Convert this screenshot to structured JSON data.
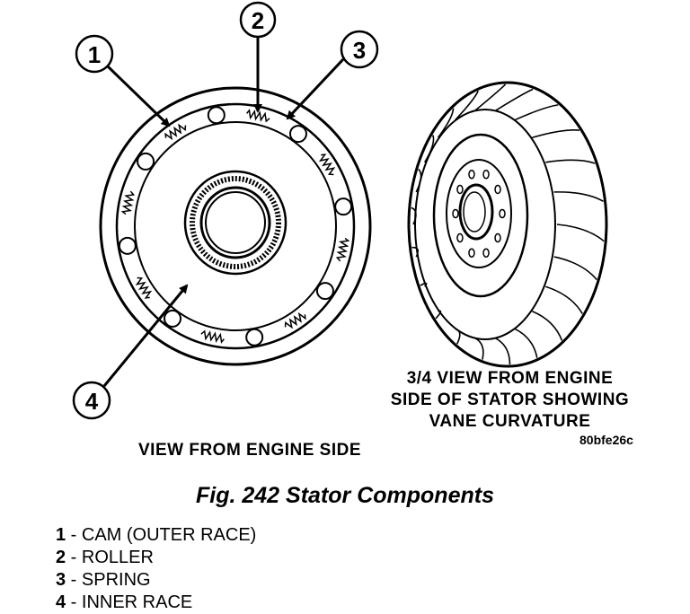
{
  "diagram": {
    "callouts": [
      "1",
      "2",
      "3",
      "4"
    ],
    "left_view_caption": "VIEW FROM ENGINE SIDE",
    "right_view_caption": [
      "3/4 VIEW FROM ENGINE",
      "SIDE OF STATOR SHOWING",
      "VANE CURVATURE"
    ],
    "reference_code": "80bfe26c"
  },
  "figure_title": "Fig. 242 Stator Components",
  "legend": [
    {
      "num": "1",
      "text": " - CAM (OUTER RACE)"
    },
    {
      "num": "2",
      "text": " - ROLLER"
    },
    {
      "num": "3",
      "text": " - SPRING"
    },
    {
      "num": "4",
      "text": " - INNER RACE"
    }
  ]
}
